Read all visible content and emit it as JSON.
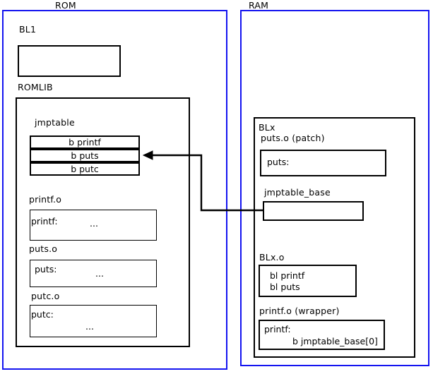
{
  "regions": {
    "rom": {
      "label": "ROM"
    },
    "ram": {
      "label": "RAM"
    }
  },
  "rom_contents": {
    "bl1": {
      "label": "BL1",
      "body": ""
    },
    "romlib": {
      "label": "ROMLIB",
      "jmptable": {
        "label": "jmptable",
        "entries": [
          "b printf",
          "b puts",
          "b putc"
        ]
      },
      "objects": [
        {
          "label": "printf.o",
          "symbol": "printf:",
          "body": "..."
        },
        {
          "label": "puts.o",
          "symbol": "puts:",
          "body": "..."
        },
        {
          "label": "putc.o",
          "symbol": "putc:",
          "body": "..."
        }
      ]
    }
  },
  "ram_contents": {
    "blx": {
      "label": "BLx",
      "patch": {
        "label": "puts.o (patch)",
        "symbol": "puts:"
      },
      "jmptable_base": {
        "label": "jmptable_base",
        "body": ""
      },
      "blx_o": {
        "label": "BLx.o",
        "line1": "bl printf",
        "line2": "bl puts"
      },
      "wrapper": {
        "label": "printf.o (wrapper)",
        "symbol": "printf:",
        "instruction": "b jmptable_base[0]"
      }
    }
  },
  "connector": {
    "name": "jmptable-base-to-b-puts-arrow",
    "from": "jmptable_base",
    "to": "b puts"
  },
  "colors": {
    "region_border": "#1414f0",
    "box_border": "#000000",
    "background": "#ffffff",
    "text": "#000000"
  }
}
